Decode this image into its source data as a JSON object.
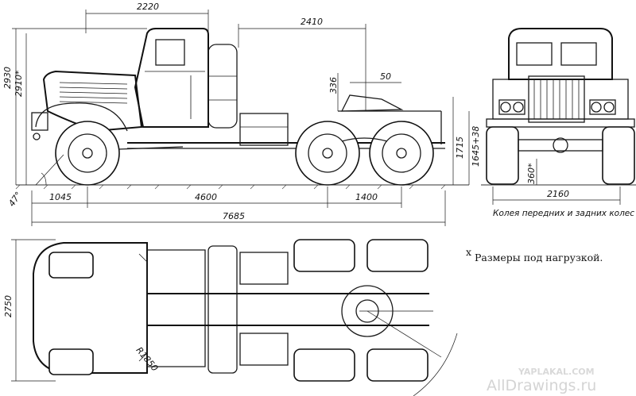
{
  "dimensions": {
    "cab_length": "2220",
    "tow_length": "2410",
    "height_total": "2930",
    "height_marked": "2910*",
    "fifth_wheel_height": "336",
    "fifth_wheel_offset": "50",
    "front_overhang": "1045",
    "wheelbase": "4600",
    "bogie_base": "1400",
    "overall_length": "7685",
    "coupling_height": "1715",
    "frame_height": "1645+38",
    "approach_angle": "47°",
    "track_width": "2160",
    "ground_clearance": "360*",
    "overall_width": "2750",
    "turning_radius": "R1850"
  },
  "captions": {
    "track_caption": "Колея передних и задних колес",
    "loaded_note_mark": "x",
    "loaded_note": "Размеры под нагрузкой."
  },
  "watermarks": {
    "site": "AllDrawings.ru",
    "source": "YAPLAKAL.COM"
  }
}
